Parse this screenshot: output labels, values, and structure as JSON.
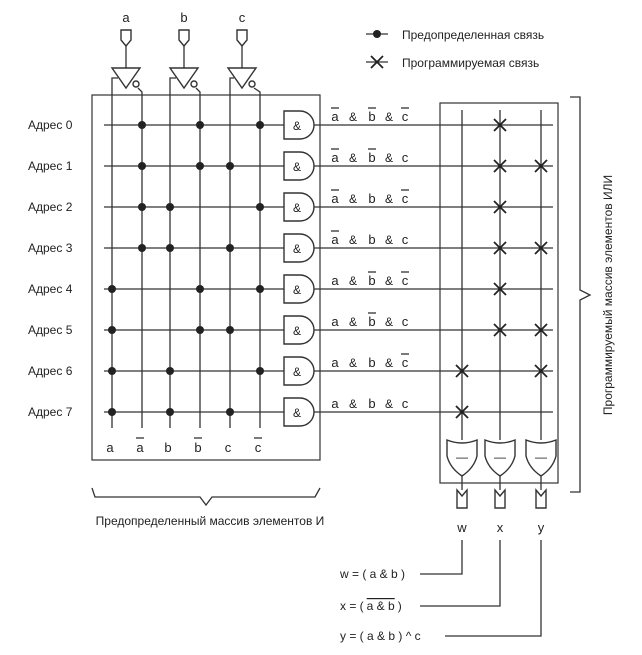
{
  "inputs": [
    "a",
    "b",
    "c"
  ],
  "legend": {
    "predefined": "Предопределенная связь",
    "programmable": "Программируемая связь"
  },
  "addresses": [
    "Адрес 0",
    "Адрес 1",
    "Адрес 2",
    "Адрес 3",
    "Адрес 4",
    "Адрес 5",
    "Адрес 6",
    "Адрес 7"
  ],
  "and_gate_symbol": "&",
  "or_gate_symbol": "—",
  "bottom_labels": [
    "a",
    "a",
    "b",
    "b",
    "c",
    "c"
  ],
  "bottom_overline": [
    false,
    true,
    false,
    true,
    false,
    true
  ],
  "terms": [
    {
      "vars": [
        "a",
        "b",
        "c"
      ],
      "neg": [
        true,
        true,
        true
      ]
    },
    {
      "vars": [
        "a",
        "b",
        "c"
      ],
      "neg": [
        true,
        true,
        false
      ]
    },
    {
      "vars": [
        "a",
        "b",
        "c"
      ],
      "neg": [
        true,
        false,
        true
      ]
    },
    {
      "vars": [
        "a",
        "b",
        "c"
      ],
      "neg": [
        true,
        false,
        false
      ]
    },
    {
      "vars": [
        "a",
        "b",
        "c"
      ],
      "neg": [
        false,
        true,
        true
      ]
    },
    {
      "vars": [
        "a",
        "b",
        "c"
      ],
      "neg": [
        false,
        true,
        false
      ]
    },
    {
      "vars": [
        "a",
        "b",
        "c"
      ],
      "neg": [
        false,
        false,
        true
      ]
    },
    {
      "vars": [
        "a",
        "b",
        "c"
      ],
      "neg": [
        false,
        false,
        false
      ]
    }
  ],
  "amp": "&",
  "outputs": [
    "w",
    "x",
    "y"
  ],
  "programmed": {
    "w": [
      6,
      7
    ],
    "x": [
      0,
      1,
      2,
      3,
      4,
      5
    ],
    "y": [
      1,
      3,
      5,
      6
    ]
  },
  "or_array_label": "Программируемый массив элементов ИЛИ",
  "and_array_label": "Предопределенный массив элементов И",
  "equations": {
    "w": "w = ( a & b )",
    "x_prefix": "x = (",
    "x_over": "a & b",
    "x_suffix": ")",
    "y": "y = ( a & b ) ^ c"
  }
}
